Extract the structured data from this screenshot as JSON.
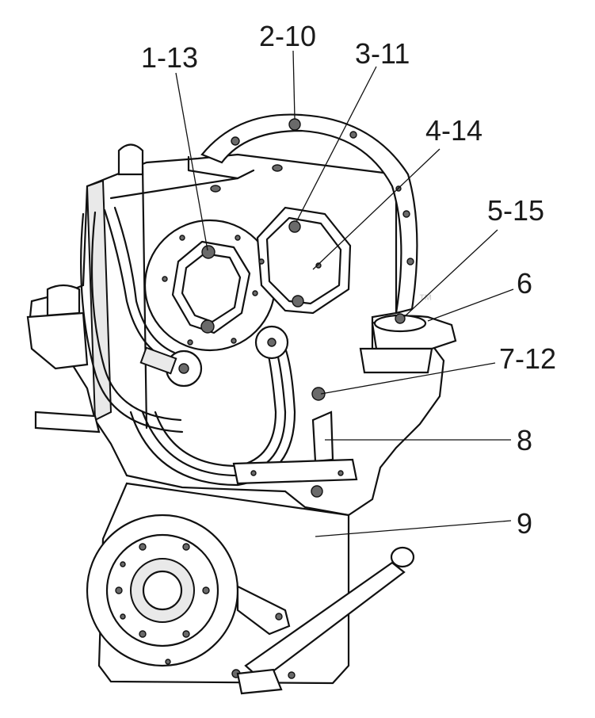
{
  "callouts": [
    {
      "id": "c1",
      "text": "1-13"
    },
    {
      "id": "c2",
      "text": "2-10"
    },
    {
      "id": "c3",
      "text": "3-11"
    },
    {
      "id": "c4",
      "text": "4-14"
    },
    {
      "id": "c5",
      "text": "5-15"
    },
    {
      "id": "c6",
      "text": "6"
    },
    {
      "id": "c7",
      "text": "7-12"
    },
    {
      "id": "c8",
      "text": "8"
    },
    {
      "id": "c9",
      "text": "9"
    }
  ],
  "watermark": {
    "trademark": "™"
  }
}
